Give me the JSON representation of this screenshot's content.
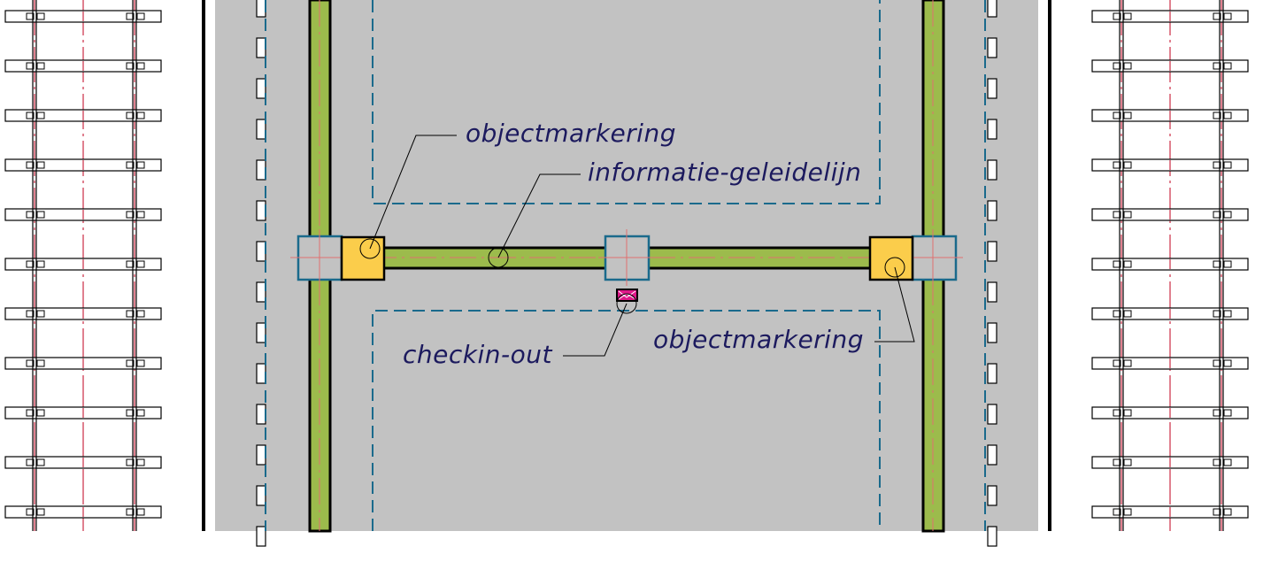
{
  "labels": {
    "object_marking_left": "objectmarkering",
    "guidance_line": "informatie-geleidelijn",
    "checkin_out": "checkin-out",
    "object_marking_right": "objectmarkering"
  },
  "colors": {
    "background": "#ffffff",
    "platform": "#c2c2c2",
    "guidance_strip": "#9cbb4c",
    "object_marking": "#fbcd4b",
    "checkin_device": "#e0188a",
    "dashed_outline": "#1a6a8c",
    "rail_centerline": "#c0001f",
    "label_text": "#1c1a5e"
  },
  "icons": {
    "railway_track_left": "railway-track-icon",
    "railway_track_right": "railway-track-icon",
    "checkin_device": "checkin-pole-icon"
  }
}
